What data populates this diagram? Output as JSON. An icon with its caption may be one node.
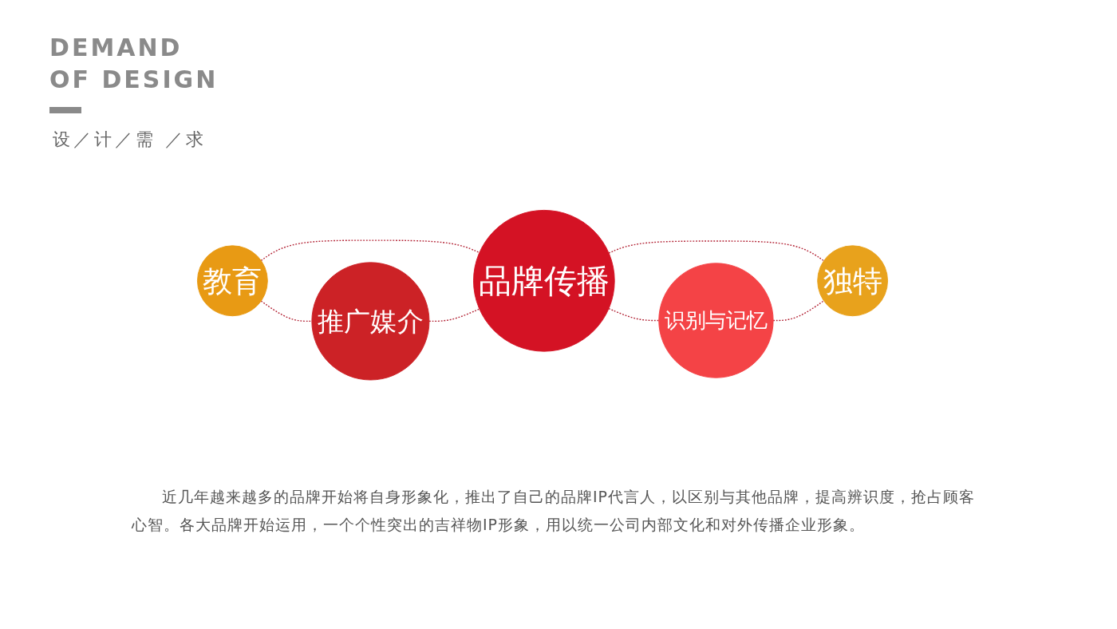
{
  "diagram": {
    "title": "DEMAND OF DESIGN",
    "caption": "近几年越来越多的品牌开始将自身形象化，推出了自己的品牌IP代言人，以区别与其他品牌，提高辨识度，抢占顾客心智。各大品牌开始运用，一个个性突出的吉祥物IP形象，用以统一公司内部文化和对外传播企业形象。",
    "nodes": [
      {
        "text": [
          "教育"
        ]
      },
      {
        "text": [
          "识别与记忆"
        ]
      },
      {
        "text": [
          "品牌传播"
        ]
      },
      {
        "text": [
          "推广媒介"
        ]
      },
      {
        "text": [
          "独特"
        ]
      }
    ],
    "edges": [
      {
        "from": 0,
        "to": 3,
        "arrow": "none",
        "style": "dashed"
      },
      {
        "from": 0,
        "to": 2,
        "arrow": "none",
        "style": "dashed"
      },
      {
        "from": 3,
        "to": 2,
        "arrow": "none",
        "style": "dashed"
      },
      {
        "from": 2,
        "to": 1,
        "arrow": "none",
        "style": "dashed"
      },
      {
        "from": 2,
        "to": 4,
        "arrow": "none",
        "style": "dashed"
      },
      {
        "from": 1,
        "to": 4,
        "arrow": "none",
        "style": "dashed"
      }
    ],
    "labels": [
      "设／计／需 ／求"
    ]
  }
}
